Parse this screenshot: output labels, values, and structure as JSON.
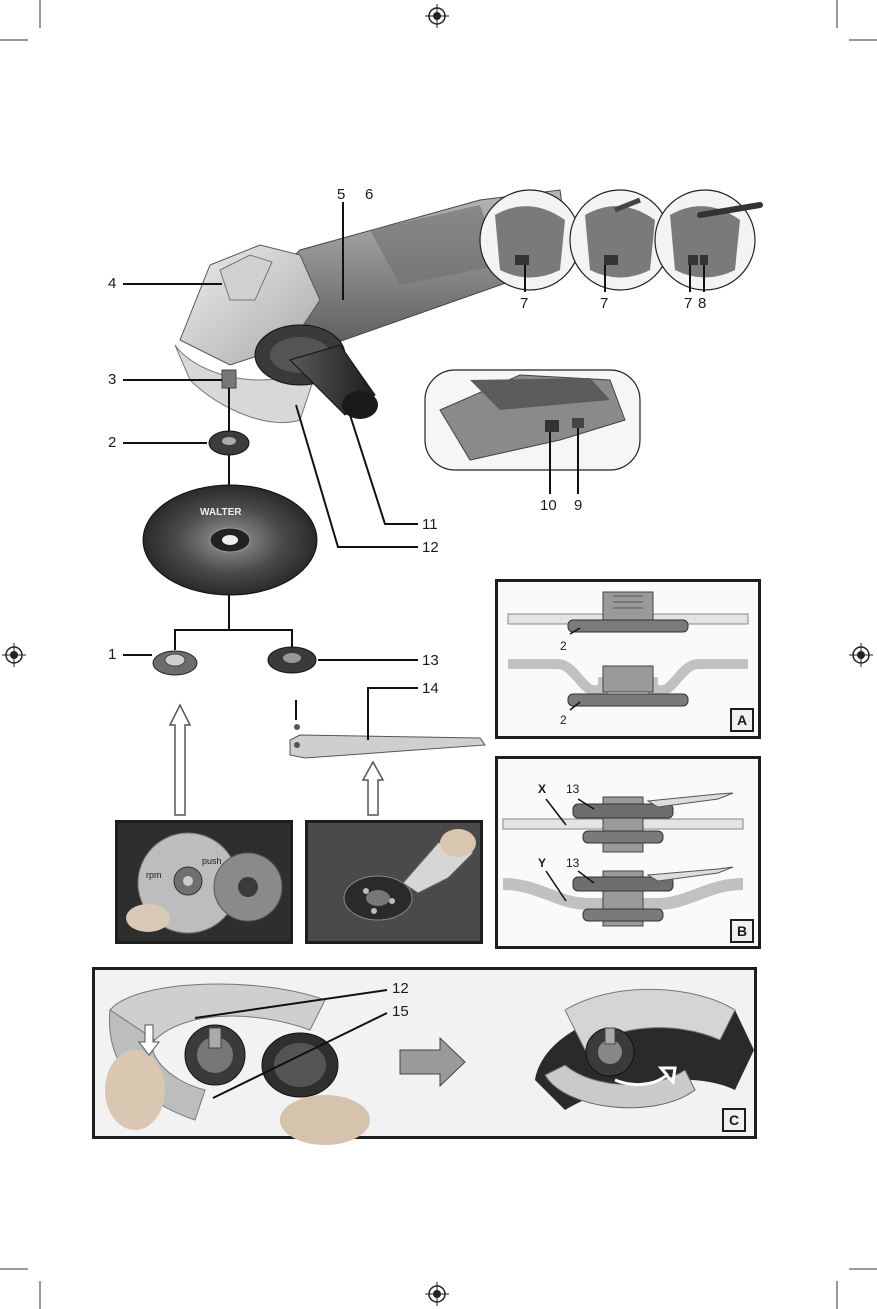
{
  "callouts": {
    "n1": "1",
    "n2": "2",
    "n3": "3",
    "n4": "4",
    "n5": "5",
    "n6": "6",
    "n7a": "7",
    "n7b": "7",
    "n7c": "7",
    "n8": "8",
    "n9": "9",
    "n10": "10",
    "n11": "11",
    "n12": "12",
    "n13": "13",
    "n14": "14",
    "n12c": "12",
    "n15": "15"
  },
  "panel_a": {
    "letter": "A",
    "label_top": "2",
    "label_bottom": "2"
  },
  "panel_b": {
    "letter": "B",
    "label_x": "X",
    "label_y": "Y",
    "label_13_top": "13",
    "label_13_bottom": "13"
  },
  "panel_c": {
    "letter": "C"
  },
  "disc": {
    "brand": "WALTER"
  },
  "flange_photo": {
    "rpm": "rpm",
    "push": "push"
  }
}
